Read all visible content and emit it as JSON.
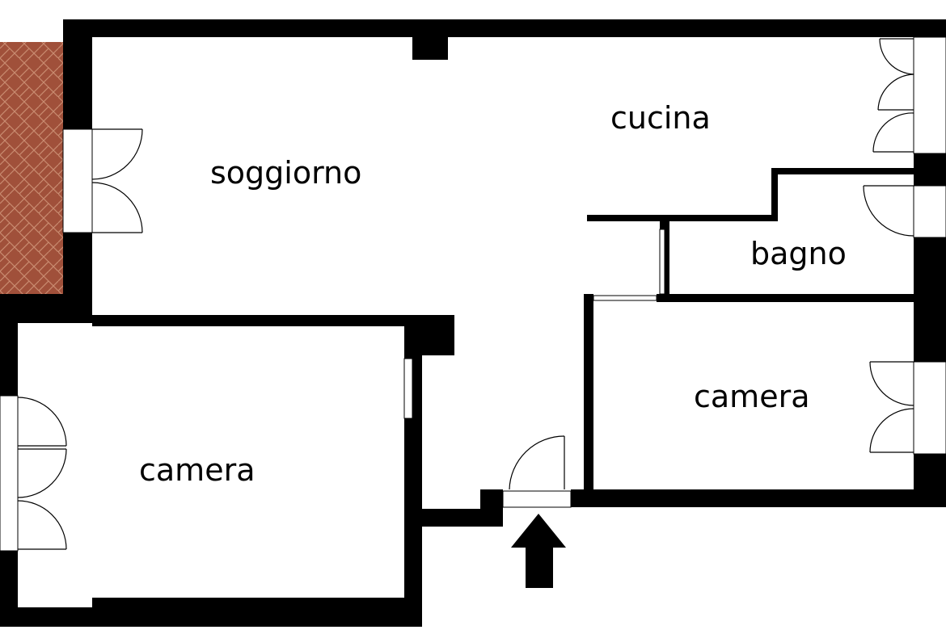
{
  "rooms": {
    "soggiorno": "soggiorno",
    "cucina": "cucina",
    "bagno": "bagno",
    "camera_right": "camera",
    "camera_left": "camera"
  },
  "colors": {
    "wall": "#000000",
    "floor": "#ffffff",
    "terrace": "#a0503a",
    "terrace_line": "#c98b70"
  },
  "icons": {
    "entrance": "arrow-up-icon"
  }
}
